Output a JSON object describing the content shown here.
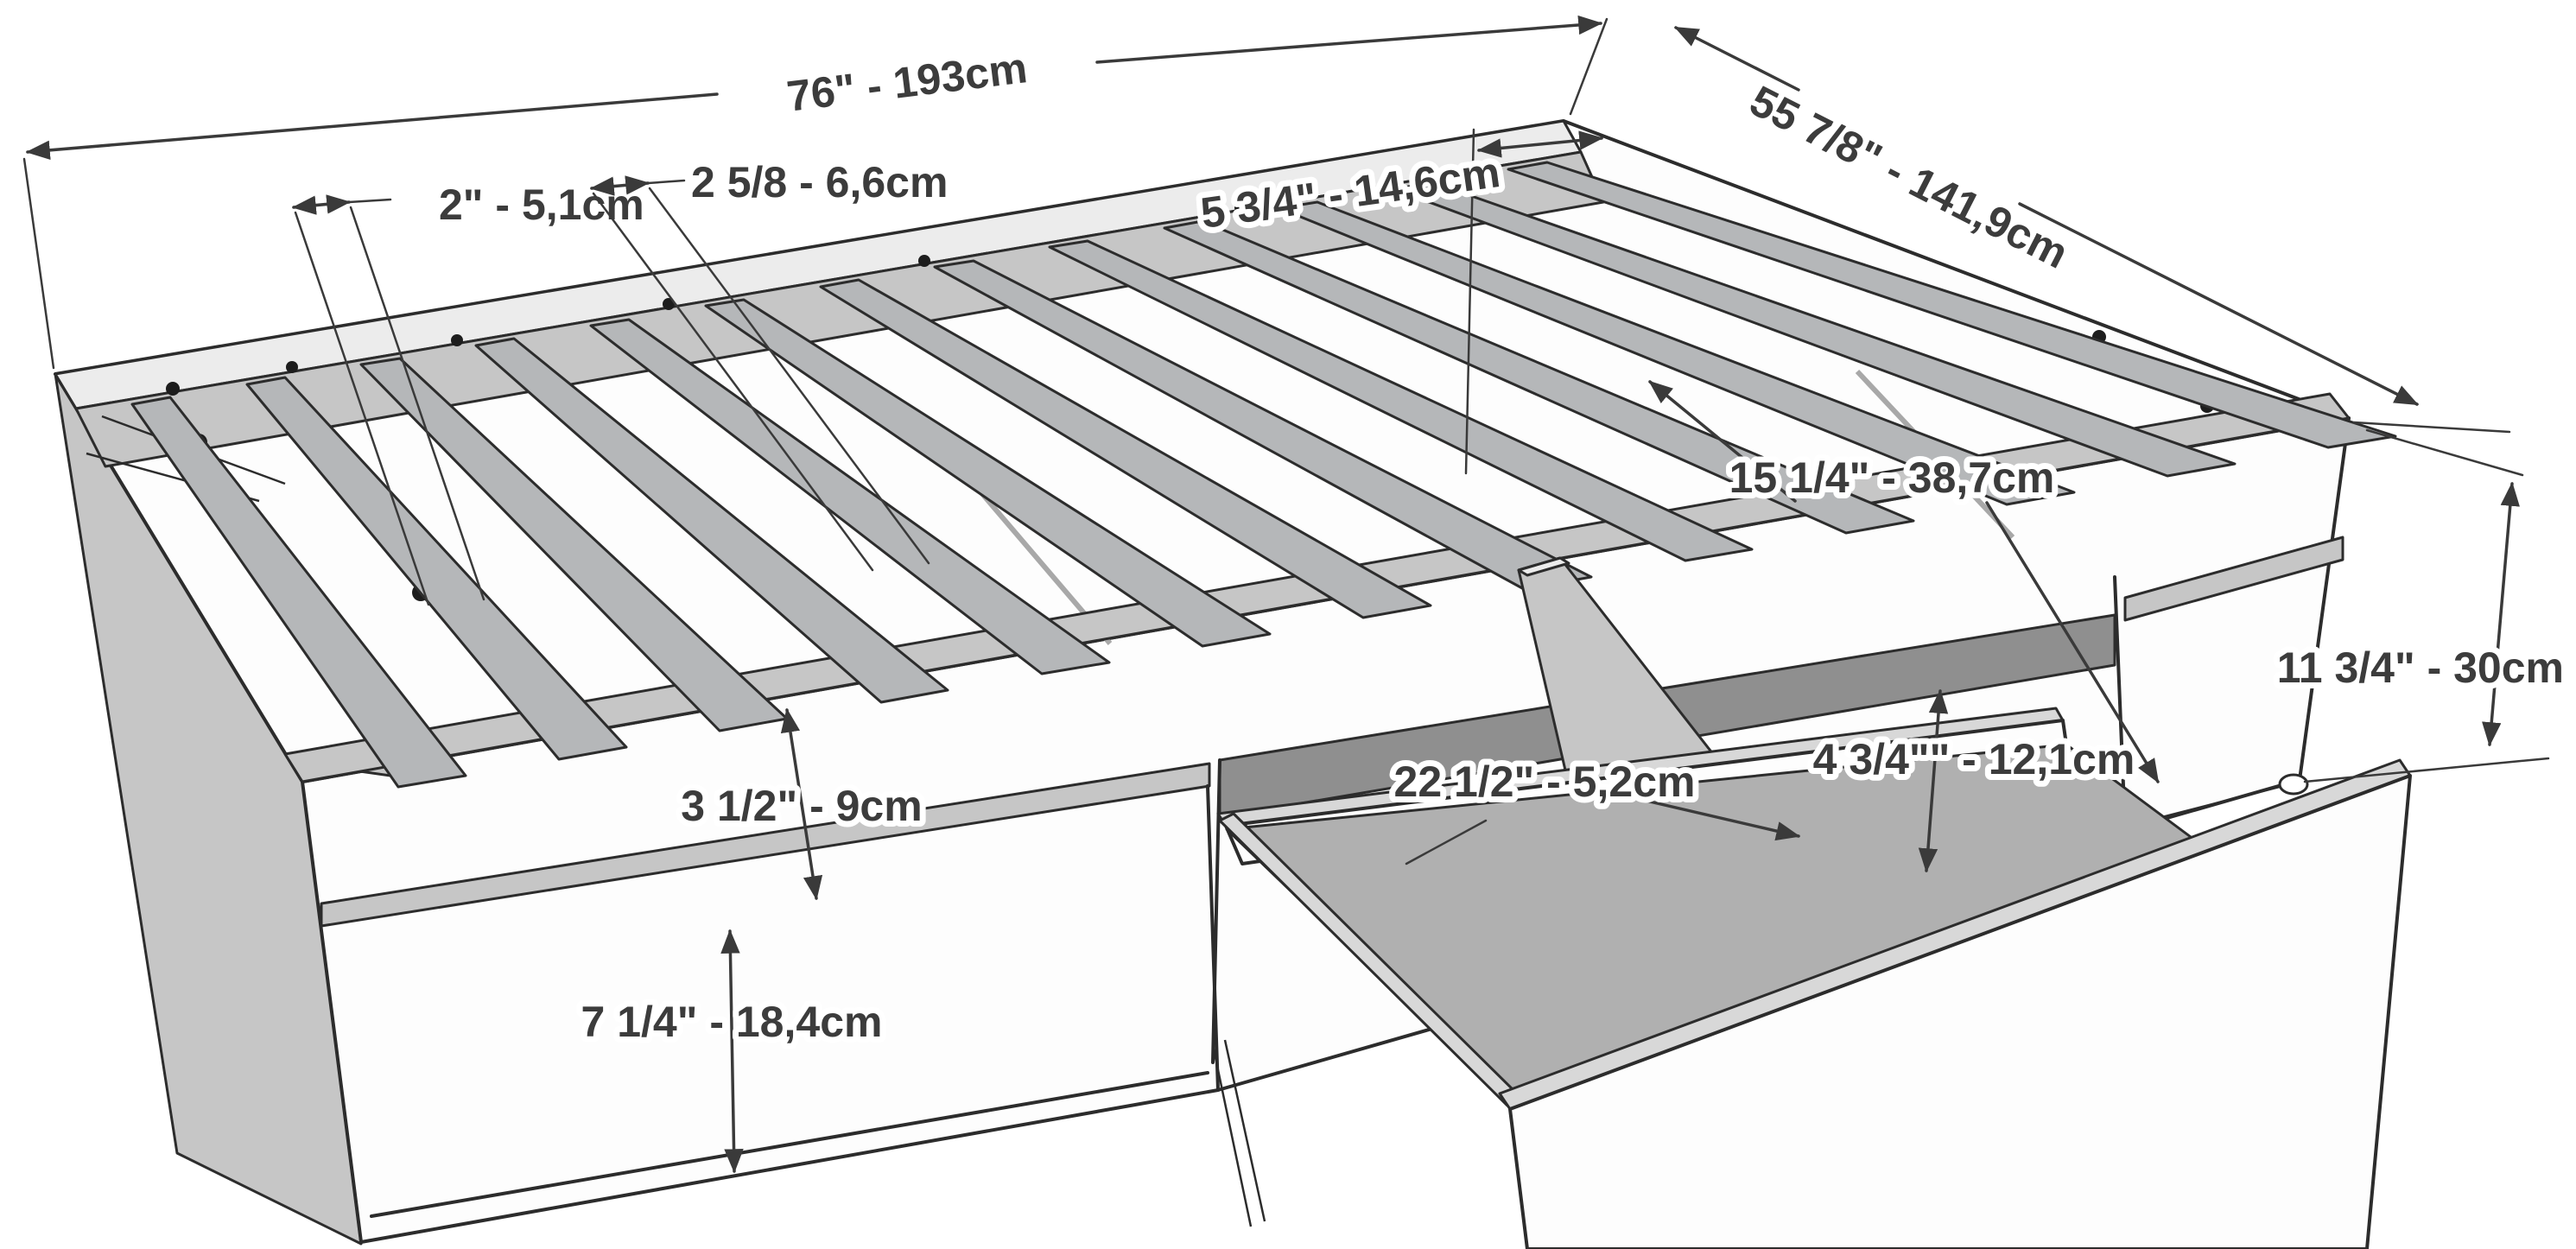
{
  "diagram": {
    "type": "isometric_line_drawing",
    "subject": "storage-bed-frame-with-slats-and-pullout-drawer",
    "background_color": "#ffffff",
    "line_color": "#2c2c2c",
    "label_color": "#3c3c3c",
    "slat_fill_color": "#b5b7b9",
    "panel_fill_color": "#c6c6c6",
    "slat_count": 13
  },
  "dimensions": {
    "overall_length": {
      "label": "76\" - 193cm"
    },
    "headboard_offset": {
      "label": "5 3/4\" - 14,6cm"
    },
    "overall_width": {
      "label": "55 7/8\" - 141,9cm"
    },
    "slat_width": {
      "label": "2\" - 5,1cm"
    },
    "slat_gap": {
      "label": "2 5/8 - 6,6cm"
    },
    "frame_height": {
      "label": "11 3/4\" - 30cm"
    },
    "drawer_opening": {
      "label": "15 1/4\" - 38,7cm"
    },
    "rail_gap": {
      "label": "3 1/2\" - 9cm"
    },
    "drawer_length": {
      "label": "22 1/2\" - 5,2cm"
    },
    "drawer_depth": {
      "label": "4 3/4\"\" - 12,1cm"
    },
    "drawer_front_height": {
      "label": "7 1/4\" - 18,4cm"
    }
  }
}
